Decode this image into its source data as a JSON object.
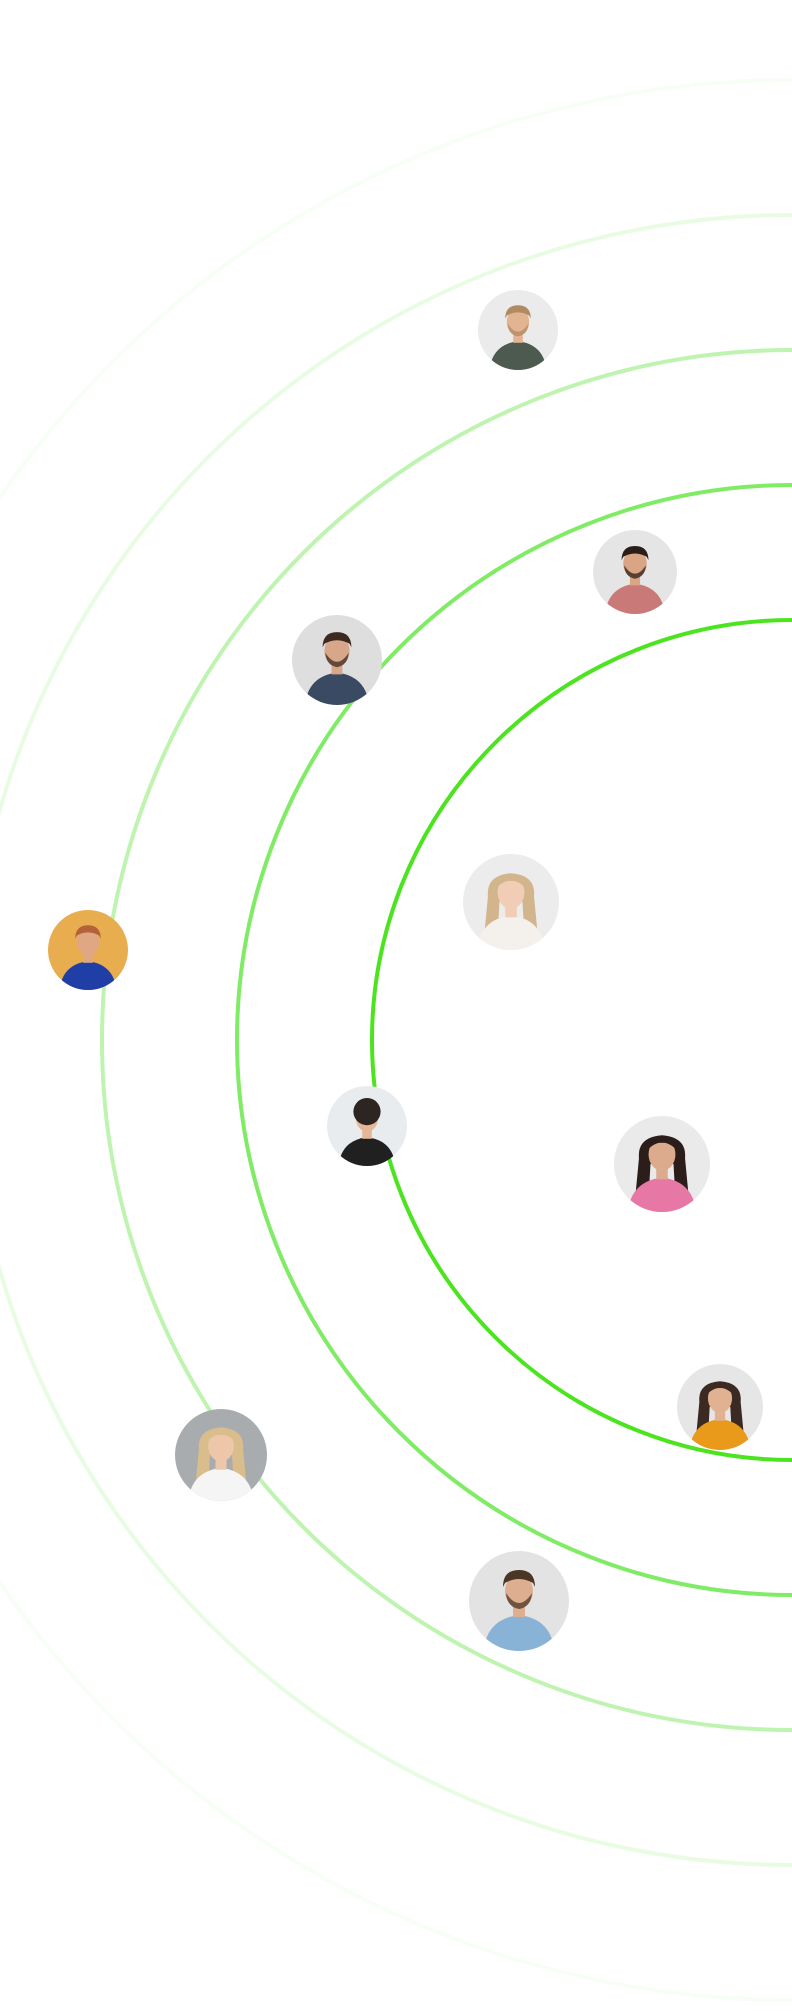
{
  "colors": {
    "background": "#ffffff",
    "ring_1": "#4be41f",
    "ring_2": "#6ae84a",
    "ring_3": "#a4f08e",
    "ring_4": "#d6f9cc",
    "ring_5": "#eefcea"
  },
  "rings": [
    {
      "name": "ring-1",
      "opacity": 1.0
    },
    {
      "name": "ring-2",
      "opacity": 0.85
    },
    {
      "name": "ring-3",
      "opacity": 0.7
    },
    {
      "name": "ring-4",
      "opacity": 0.55
    },
    {
      "name": "ring-5",
      "opacity": 0.45
    }
  ],
  "avatars": [
    {
      "name": "avatar-man-green-tshirt",
      "bg": "#ebebeb",
      "skin": "#e3b491",
      "hair": "#b08a62",
      "shirt": "#4d5a50",
      "hair_style": "short",
      "beard": true
    },
    {
      "name": "avatar-man-plaid-shirt",
      "bg": "#e5e5e5",
      "skin": "#d9a584",
      "hair": "#2b1e18",
      "shirt": "#c97a78",
      "hair_style": "short",
      "beard": true
    },
    {
      "name": "avatar-man-denim-shirt",
      "bg": "#dedede",
      "skin": "#d8a689",
      "hair": "#3c2a20",
      "shirt": "#3a4a63",
      "hair_style": "short",
      "beard": true
    },
    {
      "name": "avatar-woman-yellow-bg",
      "bg": "#e7ad4f",
      "skin": "#e0a783",
      "hair": "#b5623a",
      "shirt": "#1f3fa6",
      "hair_style": "short",
      "beard": false
    },
    {
      "name": "avatar-woman-blonde-sweater",
      "bg": "#ececec",
      "skin": "#f0cdb4",
      "hair": "#d2b48d",
      "shirt": "#f4f1ec",
      "hair_style": "long",
      "beard": false
    },
    {
      "name": "avatar-woman-black-vest",
      "bg": "#e9ecef",
      "skin": "#e4b796",
      "hair": "#2c2522",
      "shirt": "#202020",
      "hair_style": "curly",
      "beard": false
    },
    {
      "name": "avatar-woman-pink-sweater",
      "bg": "#eaeaea",
      "skin": "#dcaa8c",
      "hair": "#2a1d1a",
      "shirt": "#e777a4",
      "hair_style": "long",
      "beard": false
    },
    {
      "name": "avatar-woman-orange-top",
      "bg": "#e6e6e6",
      "skin": "#e0b292",
      "hair": "#3b2a22",
      "shirt": "#ea9a1a",
      "hair_style": "long",
      "beard": false
    },
    {
      "name": "avatar-woman-white-blouse",
      "bg": "#a9acaf",
      "skin": "#eec7aa",
      "hair": "#d9bd8b",
      "shirt": "#f5f5f5",
      "hair_style": "long",
      "beard": false
    },
    {
      "name": "avatar-man-glasses-denim",
      "bg": "#e3e3e3",
      "skin": "#ddae8f",
      "hair": "#4a3526",
      "shirt": "#88b3d6",
      "hair_style": "short",
      "beard": true
    }
  ]
}
